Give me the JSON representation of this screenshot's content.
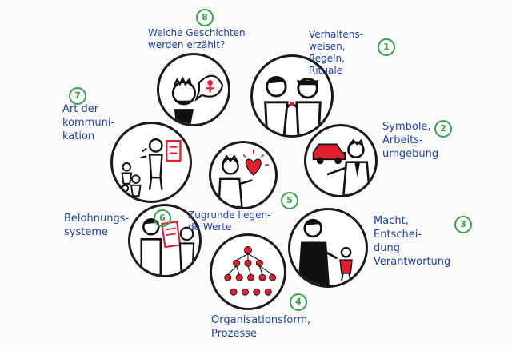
{
  "colors": {
    "label": "#1c3fa8",
    "number": "#35a349",
    "accent_red": "#e02030",
    "ink": "#1a1a1a"
  },
  "items": [
    {
      "number": "1",
      "label": "Verhaltens-\nweisen,\nRegeln,\nRituale"
    },
    {
      "number": "2",
      "label": "Symbole,\nArbeits-\numgebung"
    },
    {
      "number": "3",
      "label": "Macht,\nEntschei-\ndung\nVerantwortung"
    },
    {
      "number": "4",
      "label": "Organisationsform,\nProzesse"
    },
    {
      "number": "5",
      "label": "Zugrunde liegen-\nde Werte"
    },
    {
      "number": "6",
      "label": "Belohnungs-\nsysteme"
    },
    {
      "number": "7",
      "label": "Art der\nkommuni-\nkation"
    },
    {
      "number": "8",
      "label": "Welche Geschichten\nwerden erzählt?"
    }
  ]
}
